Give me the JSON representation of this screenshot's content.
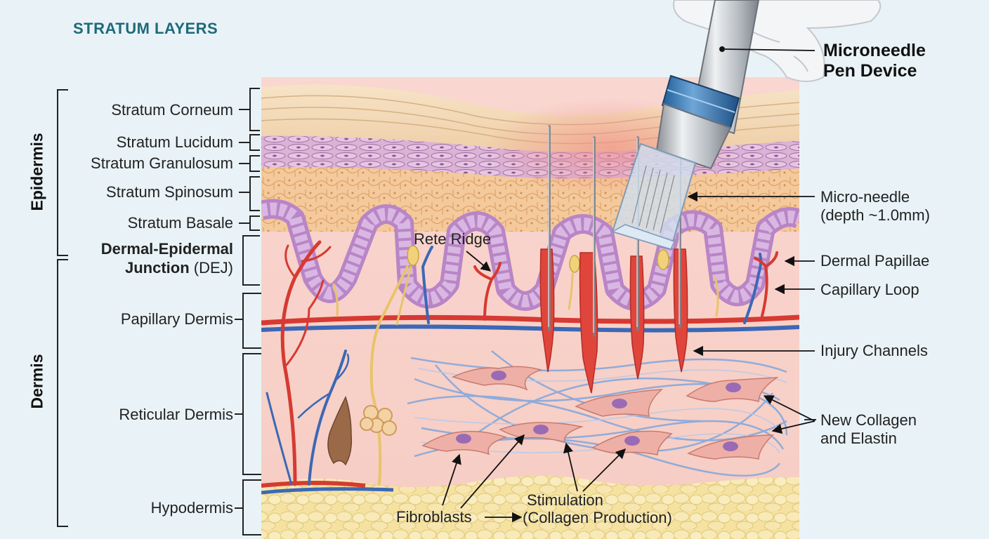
{
  "title": "STRATUM LAYERS",
  "groups": {
    "epidermis": "Epidermis",
    "dermis": "Dermis"
  },
  "left_labels": {
    "corneum": "Stratum Corneum",
    "lucidum": "Stratum Lucidum",
    "granulosum": "Stratum Granulosum",
    "spinosum": "Stratum Spinosum",
    "basale": "Stratum Basale",
    "dej_line1": "Dermal-Epidermal",
    "dej_line2_bold": "Junction",
    "dej_line2_rest": " (DEJ)",
    "papillary": "Papillary Dermis",
    "reticular": "Reticular Dermis",
    "hypodermis": "Hypodermis"
  },
  "right_labels": {
    "device_line1": "Microneedle",
    "device_line2": "Pen Device",
    "needle_line1": "Micro-needle",
    "needle_line2": "(depth ~1.0mm)",
    "papillae": "Dermal Papillae",
    "capillary": "Capillary Loop",
    "channels": "Injury Channels",
    "collagen_line1": "New Collagen",
    "collagen_line2": "and Elastin"
  },
  "inner_labels": {
    "rete": "Rete Ridge",
    "fibroblasts": "Fibroblasts",
    "stim_line1": "Stimulation",
    "stim_line2": "(Collagen Production)"
  },
  "colors": {
    "title": "#1d6a7a",
    "corneum": "#f3d9b8",
    "lucidum": "#d9b0d3",
    "spinosum": "#f3c99c",
    "basale": "#c79ad0",
    "dermis": "#f8d4cf",
    "hypodermis": "#f5e3a0",
    "artery": "#d63a32",
    "vein": "#3c68b5",
    "collagen": "#8fb0de",
    "channel": "#e0453b"
  },
  "icons": [
    "microneedle-pen-icon",
    "gloved-hand-icon",
    "hair-follicle-icon",
    "sweat-gland-icon",
    "fibroblast-cell-icon"
  ]
}
